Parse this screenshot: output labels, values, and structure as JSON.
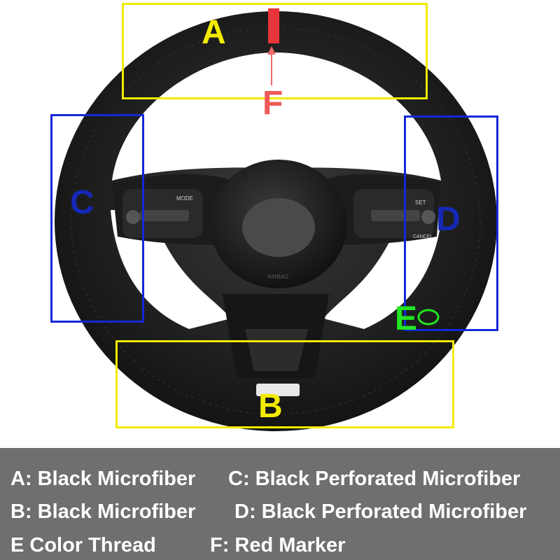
{
  "image": {
    "subject": "steering-wheel",
    "zones": [
      {
        "id": "A",
        "label": "A",
        "color": "#f2ec00"
      },
      {
        "id": "B",
        "label": "B",
        "color": "#f2ec00"
      },
      {
        "id": "C",
        "label": "C",
        "color": "#1428d8"
      },
      {
        "id": "D",
        "label": "D",
        "color": "#1428d8"
      },
      {
        "id": "E",
        "label": "E",
        "color": "#22e622"
      },
      {
        "id": "F",
        "label": "F",
        "color": "#ee5a5a"
      }
    ],
    "buttons": {
      "mode": "MODE",
      "set": "SET",
      "cancel": "CANCEL",
      "airbag": "AIRBAG"
    }
  },
  "legend": {
    "background": "#6f6f6f",
    "items": [
      {
        "text": "A: Black Microfiber"
      },
      {
        "text": "C: Black Perforated Microfiber"
      },
      {
        "text": "B: Black Microfiber"
      },
      {
        "text": "D: Black Perforated Microfiber"
      },
      {
        "text": "E  Color Thread"
      },
      {
        "text": "F: Red Marker"
      }
    ]
  }
}
